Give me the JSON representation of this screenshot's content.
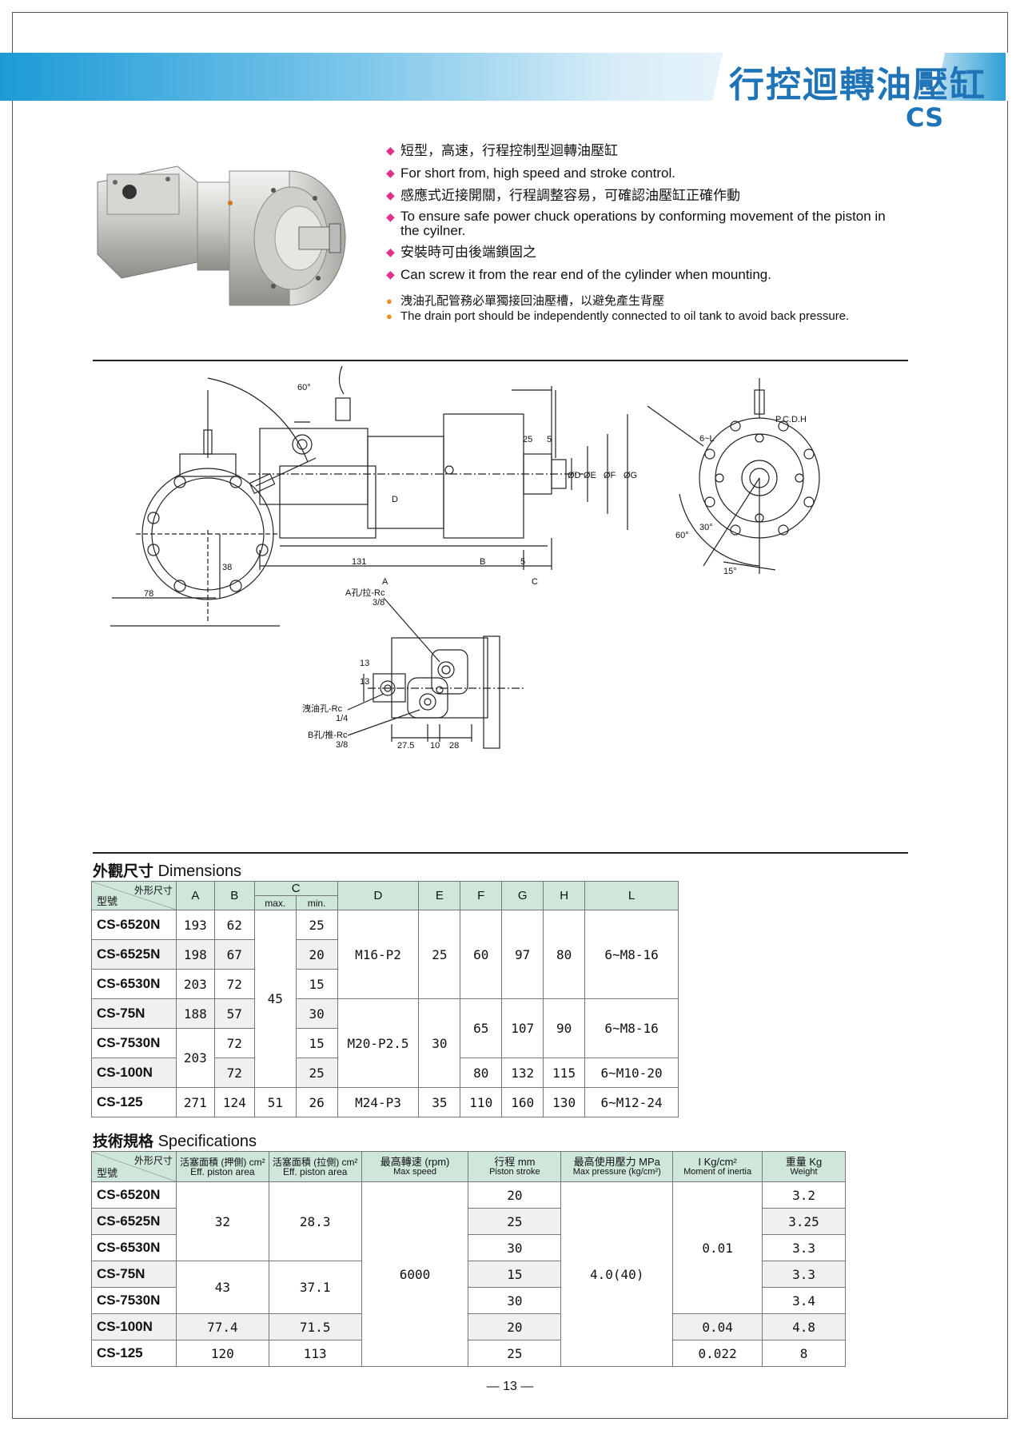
{
  "header": {
    "title": "行控迴轉油壓缸",
    "model": "CS"
  },
  "features": [
    "短型，高速，行程控制型迴轉油壓缸",
    "For short from, high speed and stroke control.",
    "感應式近接開關，行程調整容易，可確認油壓缸正確作動",
    "To ensure safe power chuck operations by conforming movement of the piston in the cyilner.",
    "安裝時可由後端鎖固之",
    "Can screw it from the rear end of the cylinder when mounting."
  ],
  "notes": [
    "洩油孔配管務必單獨接回油壓槽，以避免產生背壓",
    "The drain port should be independently connected to oil tank to avoid back pressure."
  ],
  "drawing_labels": {
    "angle_60": "60°",
    "dim_38": "38",
    "dim_78": "78",
    "dim_131": "131",
    "dim_A": "A",
    "dim_B": "B",
    "dim_C": "C",
    "dim_5a": "5",
    "dim_5b": "5",
    "dim_25": "25",
    "dia_D": "ØD",
    "dia_E": "ØE",
    "dia_F": "ØF",
    "dia_G": "ØG",
    "label_D": "D",
    "holes_6L": "6~L",
    "pcd_H": "P.C.D.H",
    "angle_60b": "60°",
    "angle_30": "30°",
    "angle_15": "15°",
    "port_A_1": "A孔/拉-Rc",
    "port_A_2": "3/8",
    "port_drain_1": "洩油孔-Rc",
    "port_drain_2": "1/4",
    "port_B_1": "B孔/推-Rc",
    "port_B_2": "3/8",
    "dim_13a": "13",
    "dim_13b": "13",
    "dim_275": "27.5",
    "dim_10": "10",
    "dim_28": "28"
  },
  "dimensions": {
    "title_cn": "外觀尺寸",
    "title_en": "Dimensions",
    "corner_top": "外形尺寸",
    "corner_bottom": "型號",
    "headers": [
      "A",
      "B",
      "C",
      "D",
      "E",
      "F",
      "G",
      "H",
      "L"
    ],
    "c_max": "max.",
    "c_min": "min.",
    "rows": [
      {
        "model": "CS-6520N",
        "A": "193",
        "B": "62",
        "Cmin": "25"
      },
      {
        "model": "CS-6525N",
        "A": "198",
        "B": "67",
        "Cmin": "20"
      },
      {
        "model": "CS-6530N",
        "A": "203",
        "B": "72",
        "Cmin": "15"
      },
      {
        "model": "CS-75N",
        "A": "188",
        "B": "57",
        "Cmin": "30"
      },
      {
        "model": "CS-7530N",
        "B": "72",
        "Cmin": "15"
      },
      {
        "model": "CS-100N",
        "B": "72",
        "Cmin": "25"
      },
      {
        "model": "CS-125",
        "A": "271",
        "B": "124",
        "Cmax": "51",
        "Cmin": "26",
        "D": "M24-P3",
        "E": "35",
        "F": "110",
        "G": "160",
        "H": "130",
        "L": "6~M12-24"
      }
    ],
    "merged": {
      "c_max_top": "45",
      "d_top": "M16-P2",
      "e_top": "25",
      "f_top": "60",
      "g_top": "97",
      "h_top": "80",
      "l_top": "6~M8-16",
      "a_7530_100": "203",
      "d_mid": "M20-P2.5",
      "e_mid": "30",
      "f_mid": "65",
      "g_mid": "107",
      "h_mid": "90",
      "l_mid": "6~M8-16",
      "f_100": "80",
      "g_100": "132",
      "h_100": "115",
      "l_100": "6~M10-20"
    }
  },
  "specifications": {
    "title_cn": "技術規格",
    "title_en": "Specifications",
    "corner_top": "外形尺寸",
    "corner_bottom": "型號",
    "headers": [
      {
        "cn": "活塞面積 (押側) cm²",
        "en": "Eff. piston area"
      },
      {
        "cn": "活塞面積 (拉側) cm²",
        "en": "Eff. piston area"
      },
      {
        "cn": "最高轉速 (rpm)",
        "en": "Max speed"
      },
      {
        "cn": "行程  mm",
        "en": "Piston stroke"
      },
      {
        "cn": "最高使用壓力 MPa",
        "en": "Max pressure (kg/cm²)"
      },
      {
        "cn": "I Kg/cm²",
        "en": "Moment of inertia"
      },
      {
        "cn": "重量 Kg",
        "en": "Weight"
      }
    ],
    "models": [
      "CS-6520N",
      "CS-6525N",
      "CS-6530N",
      "CS-75N",
      "CS-7530N",
      "CS-100N",
      "CS-125"
    ],
    "push_area": [
      "32",
      "43",
      "77.4",
      "120"
    ],
    "pull_area": [
      "28.3",
      "37.1",
      "71.5",
      "113"
    ],
    "max_speed": "6000",
    "stroke": [
      "20",
      "25",
      "30",
      "15",
      "30",
      "20",
      "25"
    ],
    "max_pressure": "4.0(40)",
    "inertia": [
      "0.01",
      "0.04",
      "0.022"
    ],
    "weight": [
      "3.2",
      "3.25",
      "3.3",
      "3.3",
      "3.4",
      "4.8",
      "8"
    ]
  },
  "footer": {
    "page": "— 13 —"
  }
}
